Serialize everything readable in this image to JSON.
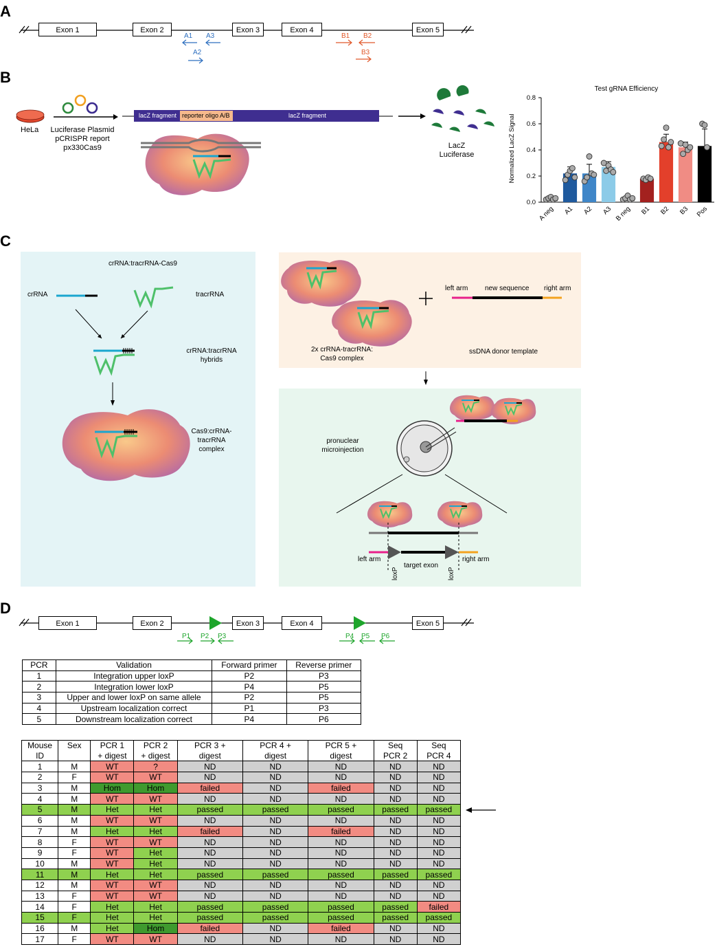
{
  "panels": {
    "a": "A",
    "b": "B",
    "c": "C",
    "d": "D"
  },
  "exons": [
    "Exon 1",
    "Exon 2",
    "Exon 3",
    "Exon 4",
    "Exon 5"
  ],
  "guides": {
    "a1": "A1",
    "a2": "A2",
    "a3": "A3",
    "b1": "B1",
    "b2": "B2",
    "b3": "B3"
  },
  "panel_b": {
    "hela": "HeLa",
    "plasmids": [
      "Luciferase Plasmid",
      "pCRISPR report",
      "px330Cas9"
    ],
    "lacz_left": "lacZ fragment",
    "reporter": "reporter oligo A/B",
    "lacz_right": "lacZ fragment",
    "output": [
      "LacZ",
      "Luciferase"
    ]
  },
  "chart_data": {
    "type": "bar",
    "title": "Test gRNA Efficiency",
    "ylabel": "Normalized LacZ Signal",
    "xlabel": "",
    "ylim": [
      0,
      0.8
    ],
    "yticks": [
      "0.0",
      "0.2",
      "0.4",
      "0.6",
      "0.8"
    ],
    "categories": [
      "A neg",
      "A1",
      "A2",
      "A3",
      "B neg",
      "B1",
      "B2",
      "B3",
      "Pos"
    ],
    "values": [
      0.03,
      0.22,
      0.22,
      0.27,
      0.03,
      0.18,
      0.46,
      0.42,
      0.43
    ],
    "errors": [
      0.01,
      0.05,
      0.07,
      0.04,
      0.01,
      0.01,
      0.06,
      0.04,
      0.13
    ],
    "colors": [
      "#a6a6a6",
      "#1f5a9e",
      "#3f86c8",
      "#8ccbe8",
      "#a6a6a6",
      "#a3211f",
      "#e3402b",
      "#f08c84",
      "#000000"
    ],
    "points": [
      [
        0.02,
        0.03,
        0.04,
        0.02,
        0.03
      ],
      [
        0.17,
        0.21,
        0.24,
        0.26,
        0.19
      ],
      [
        0.16,
        0.19,
        0.35,
        0.22,
        0.21
      ],
      [
        0.3,
        0.24,
        0.28,
        0.25,
        0.23
      ],
      [
        0.02,
        0.03,
        0.05,
        0.02,
        0.03
      ],
      [
        0.18,
        0.17,
        0.19,
        0.18
      ],
      [
        0.43,
        0.48,
        0.57,
        0.42,
        0.46
      ],
      [
        0.45,
        0.37,
        0.44,
        0.4,
        0.42
      ],
      [
        0.6,
        0.59,
        0.42
      ]
    ]
  },
  "panel_c": {
    "complex_title": "crRNA:tracrRNA-Cas9",
    "crrna": "crRNA",
    "tracrrna": "tracrRNA",
    "hybrids": [
      "crRNA:tracrRNA",
      "hybrids"
    ],
    "complex": [
      "Cas9:crRNA-",
      "tracrRNA",
      "complex"
    ],
    "left_arm": "left arm",
    "new_sequence": "new sequence",
    "right_arm": "right arm",
    "two_complex": [
      "2x crRNA-tracrRNA:",
      "Cas9 complex"
    ],
    "donor": "ssDNA donor template",
    "injection": [
      "pronuclear",
      "microinjection"
    ],
    "left_arm2": "left arm",
    "target_exon": "target exon",
    "right_arm2": "right arm",
    "loxp": "loxP",
    "plus": "+"
  },
  "primers": [
    "P1",
    "P2",
    "P3",
    "P4",
    "P5",
    "P6"
  ],
  "pcr_table": {
    "headers": [
      "PCR",
      "Validation",
      "Forward primer",
      "Reverse primer"
    ],
    "rows": [
      [
        "1",
        "Integration upper loxP",
        "P2",
        "P3"
      ],
      [
        "2",
        "Integration lower loxP",
        "P4",
        "P5"
      ],
      [
        "3",
        "Upper and lower loxP on same allele",
        "P2",
        "P5"
      ],
      [
        "4",
        "Upstream localization correct",
        "P1",
        "P3"
      ],
      [
        "5",
        "Downstream localization correct",
        "P4",
        "P6"
      ]
    ]
  },
  "mouse_table": {
    "headers": [
      [
        "Mouse",
        "ID"
      ],
      [
        "Sex",
        ""
      ],
      [
        "PCR 1",
        "+ digest"
      ],
      [
        "PCR 2",
        "+ digest"
      ],
      [
        "PCR 3 +",
        "digest"
      ],
      [
        "PCR 4 +",
        "digest"
      ],
      [
        "PCR 5 +",
        "digest"
      ],
      [
        "Seq",
        "PCR 2"
      ],
      [
        "Seq",
        "PCR 4"
      ]
    ],
    "rows": [
      [
        "1",
        "M",
        "WT",
        "?",
        "ND",
        "ND",
        "ND",
        "ND",
        "ND"
      ],
      [
        "2",
        "F",
        "WT",
        "WT",
        "ND",
        "ND",
        "ND",
        "ND",
        "ND"
      ],
      [
        "3",
        "M",
        "Hom",
        "Hom",
        "failed",
        "ND",
        "failed",
        "ND",
        "ND"
      ],
      [
        "4",
        "M",
        "WT",
        "WT",
        "ND",
        "ND",
        "ND",
        "ND",
        "ND"
      ],
      [
        "5",
        "M",
        "Het",
        "Het",
        "passed",
        "passed",
        "passed",
        "passed",
        "passed"
      ],
      [
        "6",
        "M",
        "WT",
        "WT",
        "ND",
        "ND",
        "ND",
        "ND",
        "ND"
      ],
      [
        "7",
        "M",
        "Het",
        "Het",
        "failed",
        "ND",
        "failed",
        "ND",
        "ND"
      ],
      [
        "8",
        "F",
        "WT",
        "WT",
        "ND",
        "ND",
        "ND",
        "ND",
        "ND"
      ],
      [
        "9",
        "F",
        "WT",
        "Het",
        "ND",
        "ND",
        "ND",
        "ND",
        "ND"
      ],
      [
        "10",
        "M",
        "WT",
        "Het",
        "ND",
        "ND",
        "ND",
        "ND",
        "ND"
      ],
      [
        "11",
        "M",
        "Het",
        "Het",
        "passed",
        "passed",
        "passed",
        "passed",
        "passed"
      ],
      [
        "12",
        "M",
        "WT",
        "WT",
        "ND",
        "ND",
        "ND",
        "ND",
        "ND"
      ],
      [
        "13",
        "F",
        "WT",
        "WT",
        "ND",
        "ND",
        "ND",
        "ND",
        "ND"
      ],
      [
        "14",
        "F",
        "Het",
        "Het",
        "passed",
        "passed",
        "passed",
        "passed",
        "failed"
      ],
      [
        "15",
        "F",
        "Het",
        "Het",
        "passed",
        "passed",
        "passed",
        "passed",
        "passed"
      ],
      [
        "16",
        "M",
        "Het",
        "Hom",
        "failed",
        "ND",
        "failed",
        "ND",
        "ND"
      ],
      [
        "17",
        "F",
        "WT",
        "WT",
        "ND",
        "ND",
        "ND",
        "ND",
        "ND"
      ]
    ],
    "highlighted_rows": [
      "5",
      "11",
      "15"
    ]
  }
}
